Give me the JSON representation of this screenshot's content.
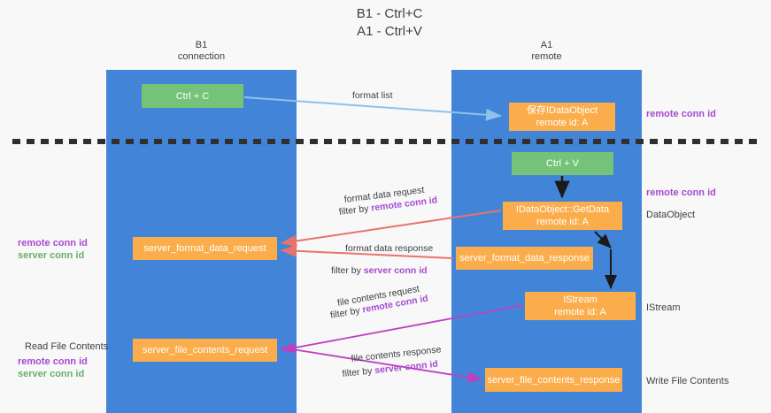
{
  "title": {
    "line1": "B1 - Ctrl+C",
    "line2": "A1 - Ctrl+V"
  },
  "lanes": [
    {
      "name": "b1",
      "title": "B1",
      "subtitle": "connection",
      "color": "#4285d8"
    },
    {
      "name": "a1",
      "title": "A1",
      "subtitle": "remote",
      "color": "#4285d8"
    }
  ],
  "nodes": {
    "ctrl_c": "Ctrl + C",
    "idataobject": "保存IDataObject\nremote id: A",
    "idataobject_l1": "保存IDataObject",
    "idataobject_l2": "remote id: A",
    "ctrl_v": "Ctrl + V",
    "getdata_l1": "IDataObject::GetData",
    "getdata_l2": "remote id: A",
    "server_format_data_request": "server_format_data_request",
    "server_format_data_response": "server_format_data_response",
    "istream_l1": "IStream",
    "istream_l2": "remote id: A",
    "server_file_contents_request": "server_file_contents_request",
    "server_file_contents_response": "server_file_contents_response"
  },
  "edge_labels": {
    "format_list": "format list",
    "format_data_request": "format data request",
    "format_data_request_filter_prefix": "filter by ",
    "format_data_request_filter_key": "remote conn id",
    "format_data_response": "format data response",
    "format_data_response_filter_prefix": "filter by ",
    "format_data_response_filter_key": "server conn id",
    "file_contents_request": "file contents request",
    "file_contents_request_filter_prefix": "filter by ",
    "file_contents_request_filter_key": "remote conn id",
    "file_contents_response": "file contents response",
    "file_contents_response_filter_prefix": "filter by ",
    "file_contents_response_filter_key": "server conn id"
  },
  "annotations": {
    "right_remote_conn_id_top": "remote conn id",
    "right_remote_conn_id_mid": "remote conn id",
    "right_dataobject": "DataObject",
    "right_istream": "IStream",
    "right_write_file_contents": "Write File Contents",
    "left_remote_conn_id_mid": "remote conn id",
    "left_server_conn_id_mid": "server conn id",
    "left_read_file_contents": "Read File Contents",
    "left_remote_conn_id_bottom": "remote conn id",
    "left_server_conn_id_bottom": "server conn id"
  },
  "colors": {
    "lane": "#4285d8",
    "green_node": "#75c379",
    "orange_node": "#fbad4b",
    "purple_text": "#a64ad0",
    "green_text": "#66b06a",
    "arrow_blue": "#8ec2e8",
    "arrow_red": "#e8736b",
    "arrow_magenta": "#c03fc0",
    "arrow_black": "#1a1a1a",
    "background": "#f8f8f8",
    "divider": "#2f2f2f"
  }
}
